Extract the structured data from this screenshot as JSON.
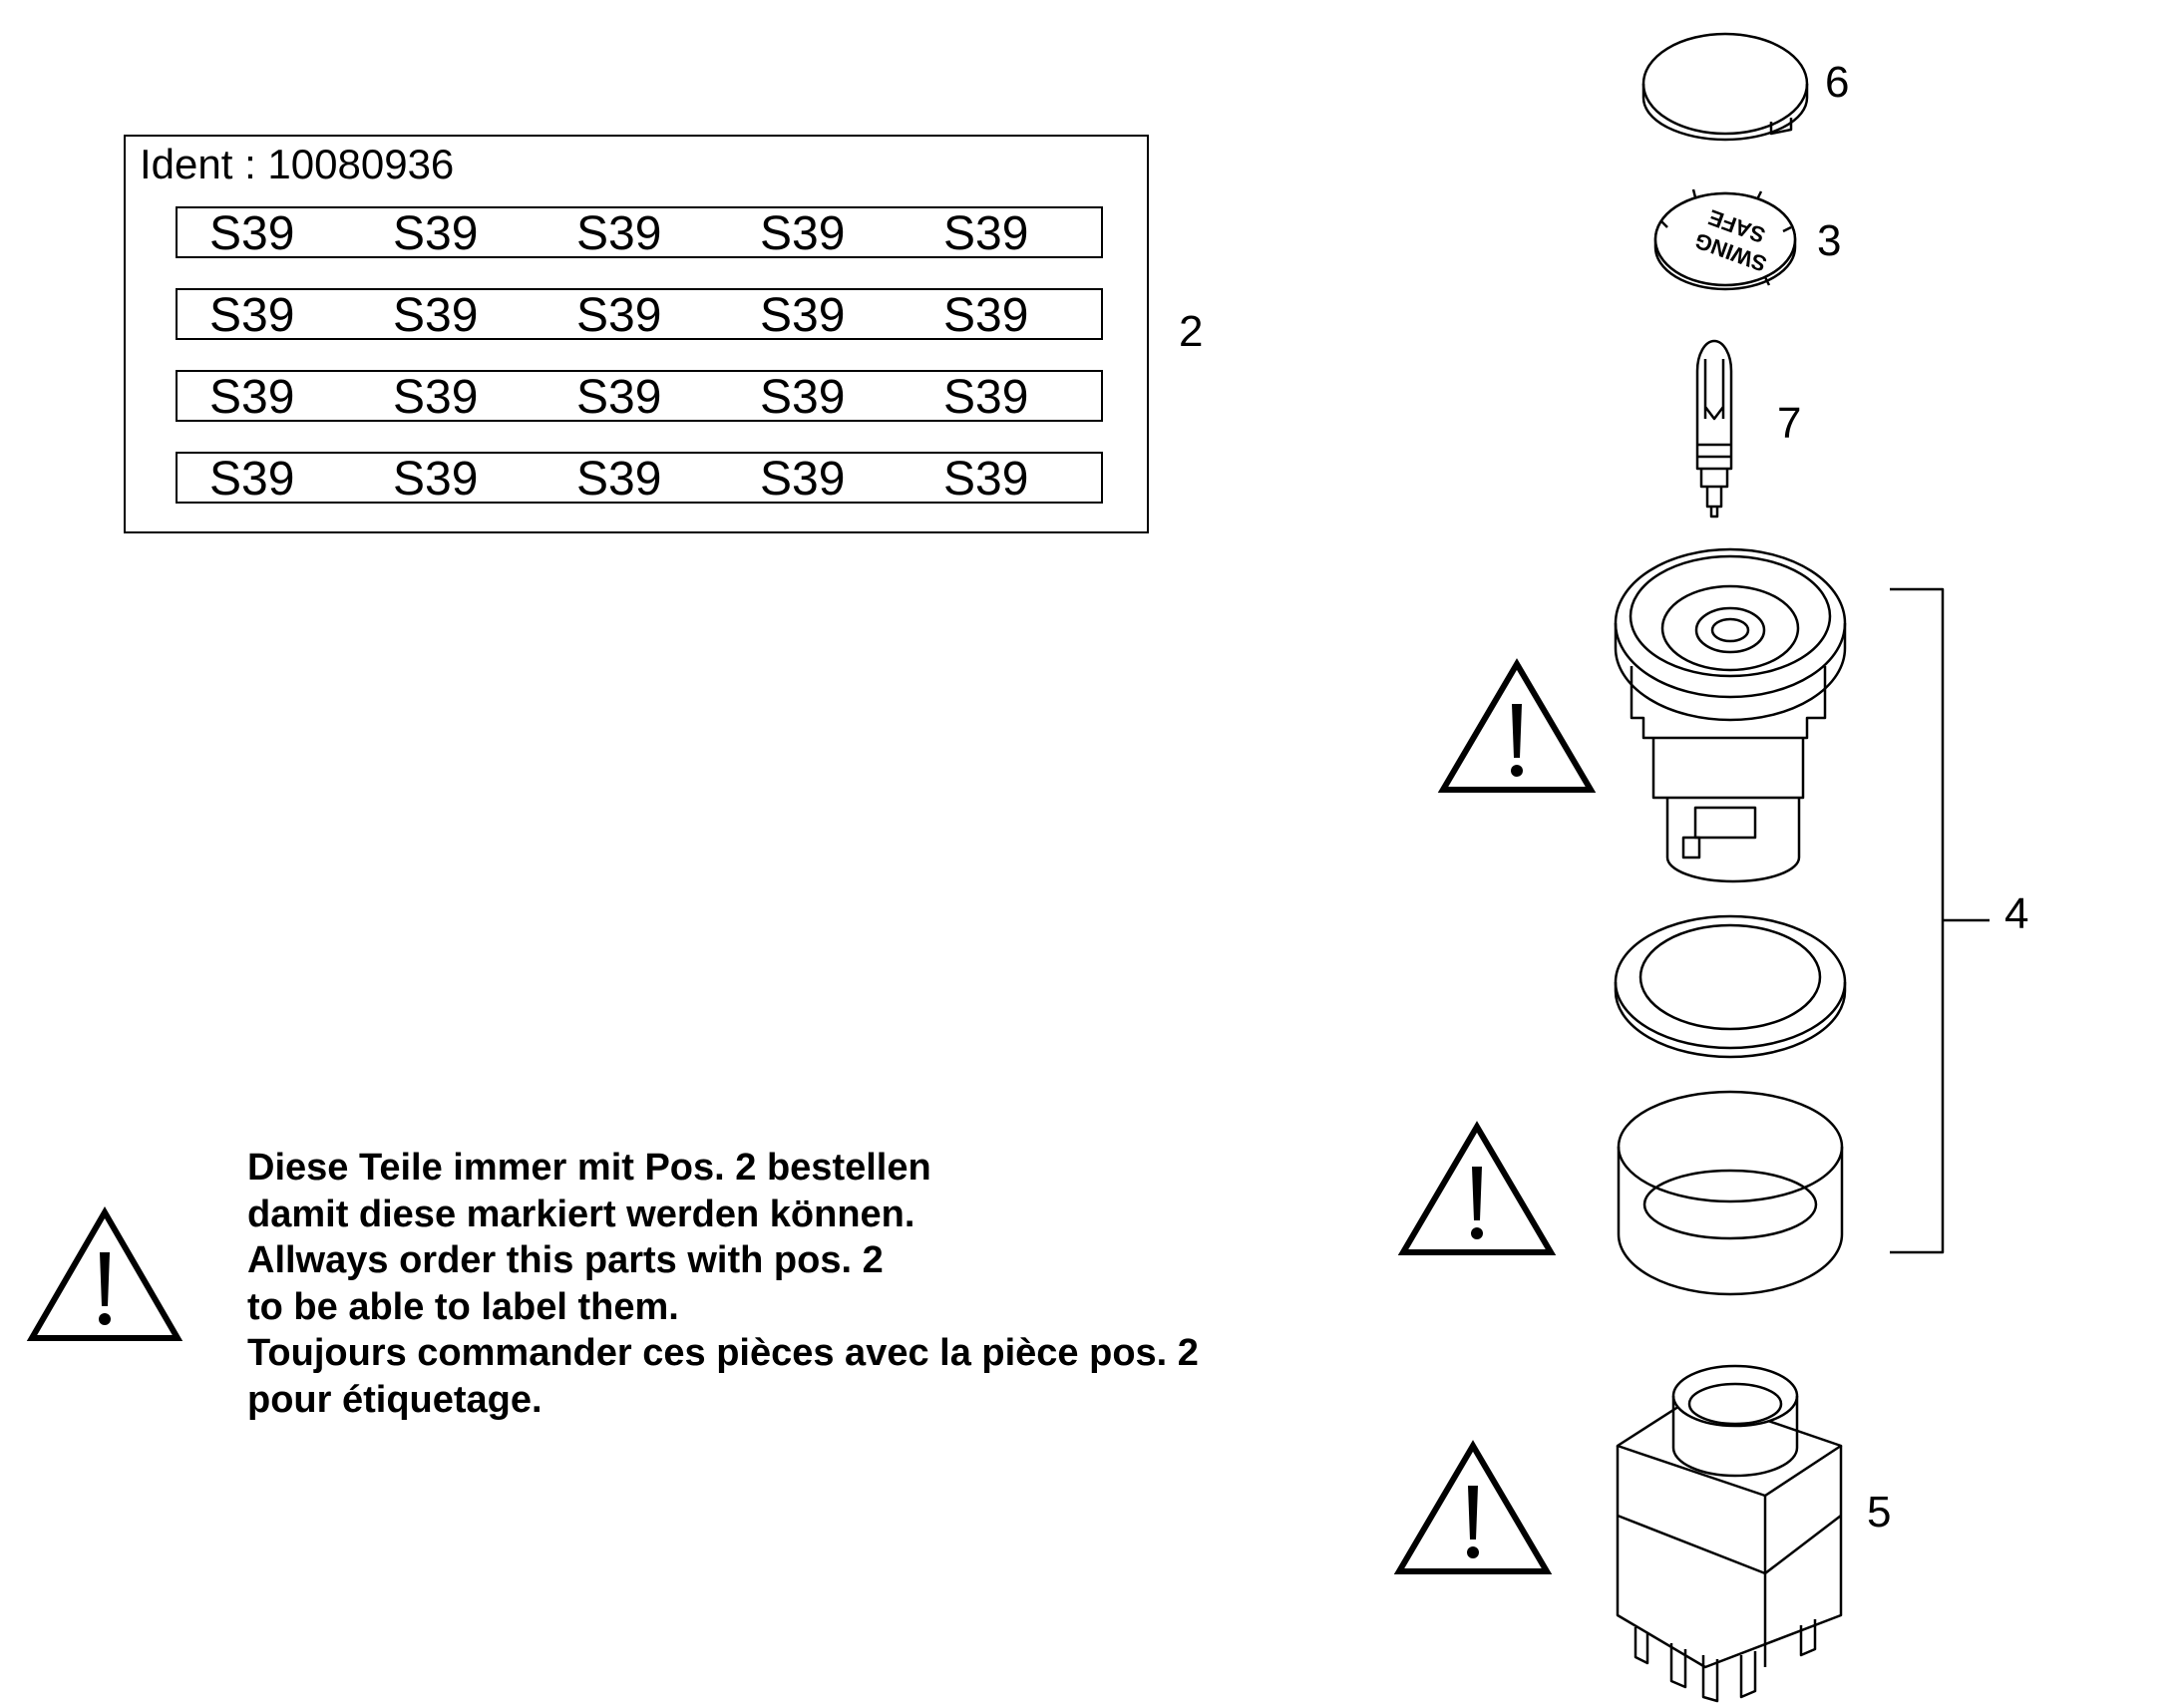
{
  "ident": {
    "label": "Ident : 10080936",
    "rows": [
      [
        "S39",
        "S39",
        "S39",
        "S39",
        "S39"
      ],
      [
        "S39",
        "S39",
        "S39",
        "S39",
        "S39"
      ],
      [
        "S39",
        "S39",
        "S39",
        "S39",
        "S39"
      ],
      [
        "S39",
        "S39",
        "S39",
        "S39",
        "S39"
      ]
    ]
  },
  "callouts": {
    "pos2": "2",
    "pos3": "3",
    "pos4": "4",
    "pos5": "5",
    "pos6": "6",
    "pos7": "7"
  },
  "cap_text": [
    "SWING",
    "SAFE"
  ],
  "warning": {
    "lines": [
      "Diese Teile immer mit Pos. 2   bestellen",
      "damit diese markiert werden können.",
      "Allways order this parts with pos. 2",
      "to be able to label them.",
      "Toujours commander ces pièces avec la pièce pos. 2",
      "pour étiquetage."
    ]
  },
  "icons": [
    "warning-triangle-icon"
  ]
}
